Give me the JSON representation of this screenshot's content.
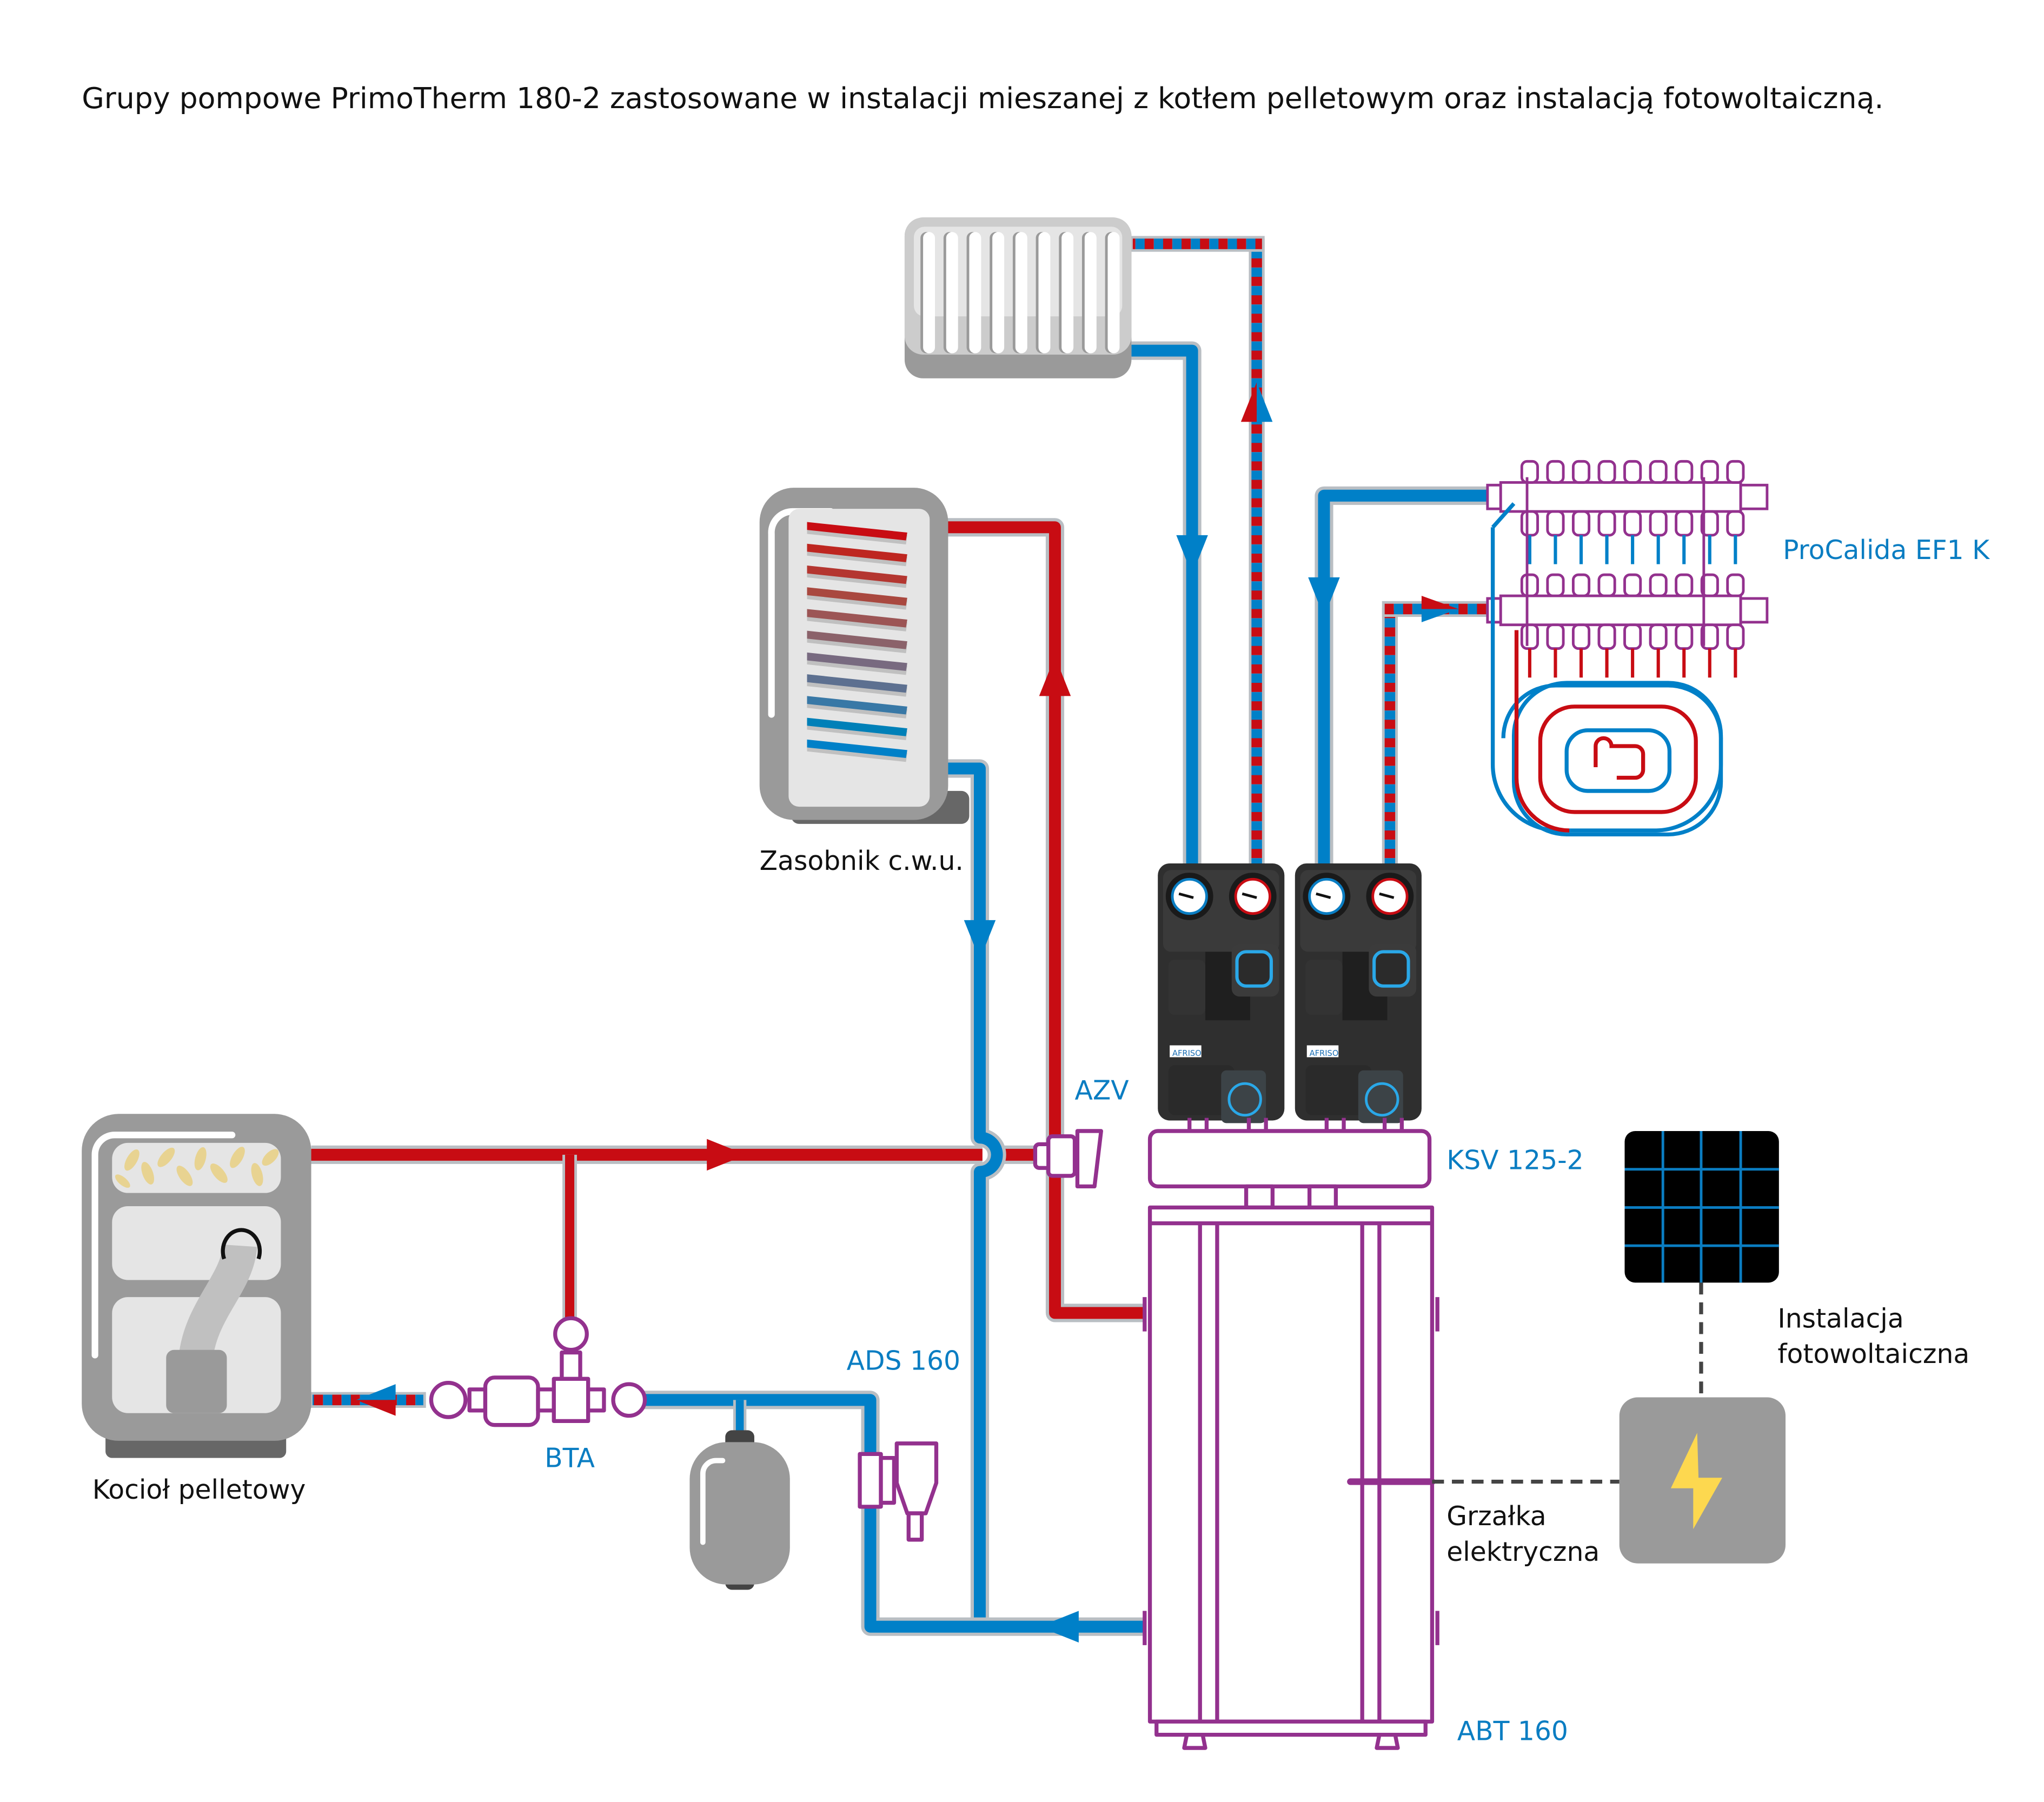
{
  "title": "Grupy pompowe PrimoTherm 180-2 zastosowane w instalacji mieszanej z kotłem pelletowym oraz instalacją fotowoltaiczną.",
  "labels": {
    "boiler": "Kocioł pelletowy",
    "dhw_tank": "Zasobnik c.w.u.",
    "manifold": "ProCalida EF1 K",
    "azv": "AZV",
    "ksv": "KSV 125-2",
    "ads": "ADS 160",
    "bta": "BTA",
    "abt": "ABT 160",
    "pv_line1": "Instalacja",
    "pv_line2": "fotowoltaiczna",
    "heater_line1": "Grzałka",
    "heater_line2": "elektryczna",
    "pump_brand": "AFRISO"
  },
  "colors": {
    "hot": "#c80c13",
    "cold": "#0080c8",
    "component_outline": "#93318e",
    "label_blue": "#0a7dc2",
    "device_gray": "#9b9b9b",
    "bolt_yellow": "#fdd84f"
  },
  "components": [
    {
      "id": "radiator",
      "icon": "radiator-icon"
    },
    {
      "id": "dhw_tank",
      "icon": "water-tank-icon"
    },
    {
      "id": "boiler",
      "icon": "pellet-boiler-icon"
    },
    {
      "id": "manifold",
      "icon": "floor-heating-manifold-icon"
    },
    {
      "id": "pump_group_1",
      "icon": "pump-group-icon"
    },
    {
      "id": "pump_group_2",
      "icon": "pump-group-icon"
    },
    {
      "id": "ksv",
      "icon": "distributor-icon"
    },
    {
      "id": "abt",
      "icon": "buffer-tank-icon"
    },
    {
      "id": "pv_panel",
      "icon": "solar-panel-icon"
    },
    {
      "id": "inverter",
      "icon": "lightning-icon"
    },
    {
      "id": "expansion_vessel",
      "icon": "expansion-vessel-icon"
    },
    {
      "id": "ads",
      "icon": "dirt-separator-icon"
    },
    {
      "id": "bta",
      "icon": "thermal-protection-valve-icon"
    },
    {
      "id": "azv",
      "icon": "zone-valve-icon"
    }
  ]
}
